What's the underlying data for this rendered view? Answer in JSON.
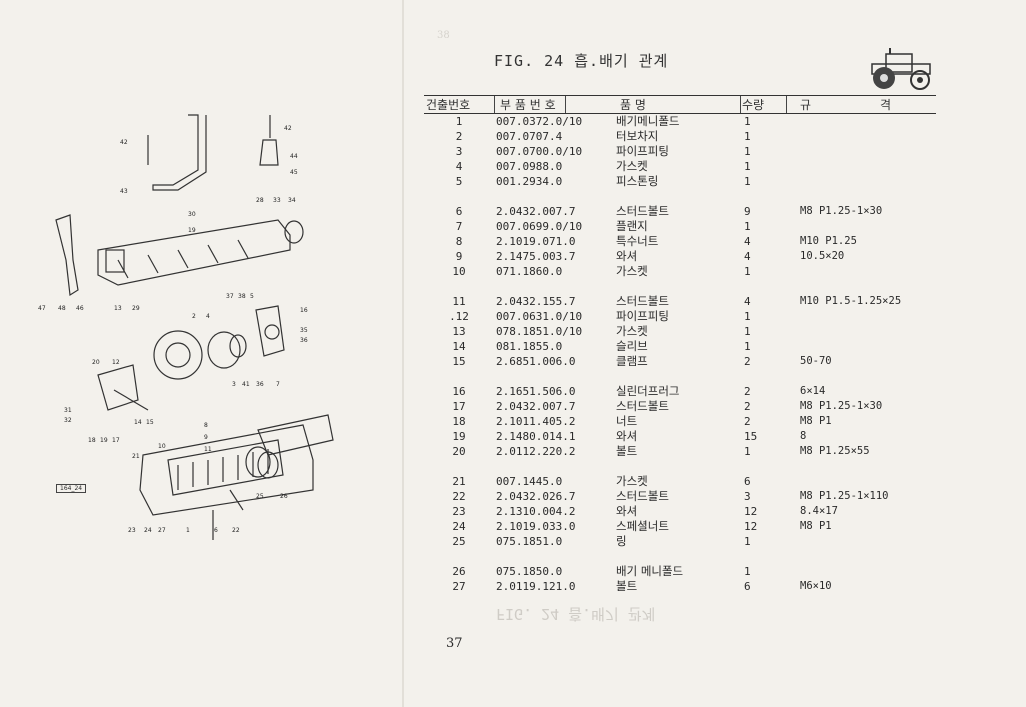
{
  "header": {
    "ghost_page_number": "38",
    "figure_title": "FIG. 24 흡.배기 관계"
  },
  "table": {
    "columns": [
      "건출번호",
      "부 품 번 호",
      "품    명",
      "수량",
      "규",
      "격"
    ],
    "rows": [
      {
        "no": "1",
        "part": "007.0372.0/10",
        "name": "배기메니폴드",
        "qty": "1",
        "spec": ""
      },
      {
        "no": "2",
        "part": "007.0707.4",
        "name": "터보차지",
        "qty": "1",
        "spec": ""
      },
      {
        "no": "3",
        "part": "007.0700.0/10",
        "name": "파이프피팅",
        "qty": "1",
        "spec": ""
      },
      {
        "no": "4",
        "part": "007.0988.0",
        "name": "가스켓",
        "qty": "1",
        "spec": ""
      },
      {
        "no": "5",
        "part": "001.2934.0",
        "name": "피스톤링",
        "qty": "1",
        "spec": ""
      },
      {
        "no": "6",
        "part": "2.0432.007.7",
        "name": "스터드볼트",
        "qty": "9",
        "spec": "M8 P1.25-1×30",
        "gap": true
      },
      {
        "no": "7",
        "part": "007.0699.0/10",
        "name": "플랜지",
        "qty": "1",
        "spec": ""
      },
      {
        "no": "8",
        "part": "2.1019.071.0",
        "name": "특수너트",
        "qty": "4",
        "spec": "M10 P1.25"
      },
      {
        "no": "9",
        "part": "2.1475.003.7",
        "name": "와셔",
        "qty": "4",
        "spec": "10.5×20"
      },
      {
        "no": "10",
        "part": "071.1860.0",
        "name": "가스켓",
        "qty": "1",
        "spec": ""
      },
      {
        "no": "11",
        "part": "2.0432.155.7",
        "name": "스터드볼트",
        "qty": "4",
        "spec": "M10 P1.5-1.25×25",
        "gap": true
      },
      {
        "no": ".12",
        "part": "007.0631.0/10",
        "name": "파이프피팅",
        "qty": "1",
        "spec": ""
      },
      {
        "no": "13",
        "part": "078.1851.0/10",
        "name": "가스켓",
        "qty": "1",
        "spec": ""
      },
      {
        "no": "14",
        "part": "081.1855.0",
        "name": "슬리브",
        "qty": "1",
        "spec": ""
      },
      {
        "no": "15",
        "part": "2.6851.006.0",
        "name": "클램프",
        "qty": "2",
        "spec": "50-70"
      },
      {
        "no": "16",
        "part": "2.1651.506.0",
        "name": "실린더프러그",
        "qty": "2",
        "spec": "6×14",
        "gap": true
      },
      {
        "no": "17",
        "part": "2.0432.007.7",
        "name": "스터드볼트",
        "qty": "2",
        "spec": "M8 P1.25-1×30"
      },
      {
        "no": "18",
        "part": "2.1011.405.2",
        "name": "너트",
        "qty": "2",
        "spec": "M8 P1"
      },
      {
        "no": "19",
        "part": "2.1480.014.1",
        "name": "와셔",
        "qty": "15",
        "spec": "8"
      },
      {
        "no": "20",
        "part": "2.0112.220.2",
        "name": "볼트",
        "qty": "1",
        "spec": "M8 P1.25×55"
      },
      {
        "no": "21",
        "part": "007.1445.0",
        "name": "가스켓",
        "qty": "6",
        "spec": "",
        "gap": true
      },
      {
        "no": "22",
        "part": "2.0432.026.7",
        "name": "스터드볼트",
        "qty": "3",
        "spec": "M8 P1.25-1×110"
      },
      {
        "no": "23",
        "part": "2.1310.004.2",
        "name": "와셔",
        "qty": "12",
        "spec": "8.4×17"
      },
      {
        "no": "24",
        "part": "2.1019.033.0",
        "name": "스페셜너트",
        "qty": "12",
        "spec": "M8 P1"
      },
      {
        "no": "25",
        "part": "075.1851.0",
        "name": "링",
        "qty": "1",
        "spec": ""
      },
      {
        "no": "26",
        "part": "075.1850.0",
        "name": "배기 메니폴드",
        "qty": "1",
        "spec": "",
        "gap": true
      },
      {
        "no": "27",
        "part": "2.0119.121.0",
        "name": "볼트",
        "qty": "6",
        "spec": "M6×10"
      }
    ]
  },
  "diagram": {
    "callouts": [
      "42",
      "42",
      "44",
      "45",
      "43",
      "28",
      "33",
      "34",
      "30",
      "19",
      "47",
      "48",
      "46",
      "13",
      "29",
      "37",
      "38",
      "5",
      "16",
      "2",
      "4",
      "35",
      "36",
      "20",
      "12",
      "3",
      "41",
      "36",
      "7",
      "31",
      "32",
      "14",
      "15",
      "18",
      "19",
      "17",
      "8",
      "9",
      "11",
      "10",
      "21",
      "25",
      "26",
      "23",
      "24",
      "27",
      "1",
      "6",
      "22"
    ],
    "figure_code": "164_24"
  },
  "footer": {
    "page_number": "37",
    "ghost_mirror_text": "FIG. 24 흡.배기 관계"
  }
}
